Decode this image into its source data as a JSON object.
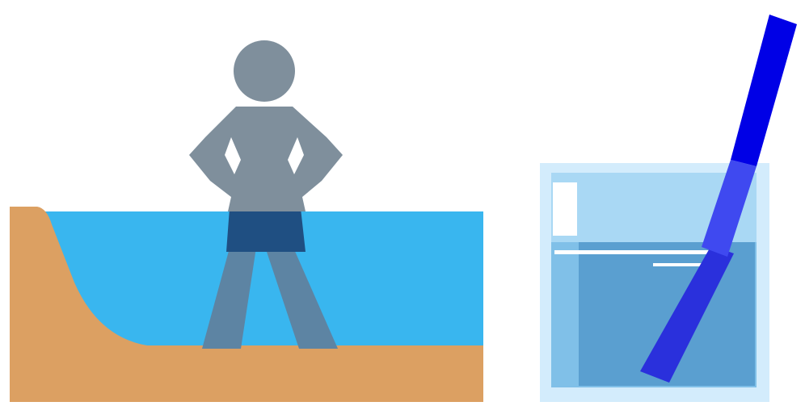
{
  "panels": [
    {
      "id": "person-in-pool",
      "parts": [
        "pool-water",
        "sloped-bank",
        "person-figure"
      ]
    },
    {
      "id": "stick-in-glass",
      "parts": [
        "glass-container",
        "water-in-glass",
        "stick-above-water",
        "stick-below-water"
      ]
    }
  ],
  "colors": {
    "pool_water": "#39b6ef",
    "sand_bank": "#dca062",
    "person_body": "#7f8f9c",
    "person_legs_underwater": "#5d84a3",
    "swim_trunks": "#1f4f82",
    "glass_outer": "#d3ecfc",
    "glass_air": "#a9d8f4",
    "glass_water_light": "#80c0e8",
    "glass_water_dark": "#5a9fd0",
    "glass_highlight": "#ffffff",
    "stick_above": "#0000e6",
    "stick_refracted_top": "#3f49f0",
    "stick_below": "#2a30dc"
  }
}
